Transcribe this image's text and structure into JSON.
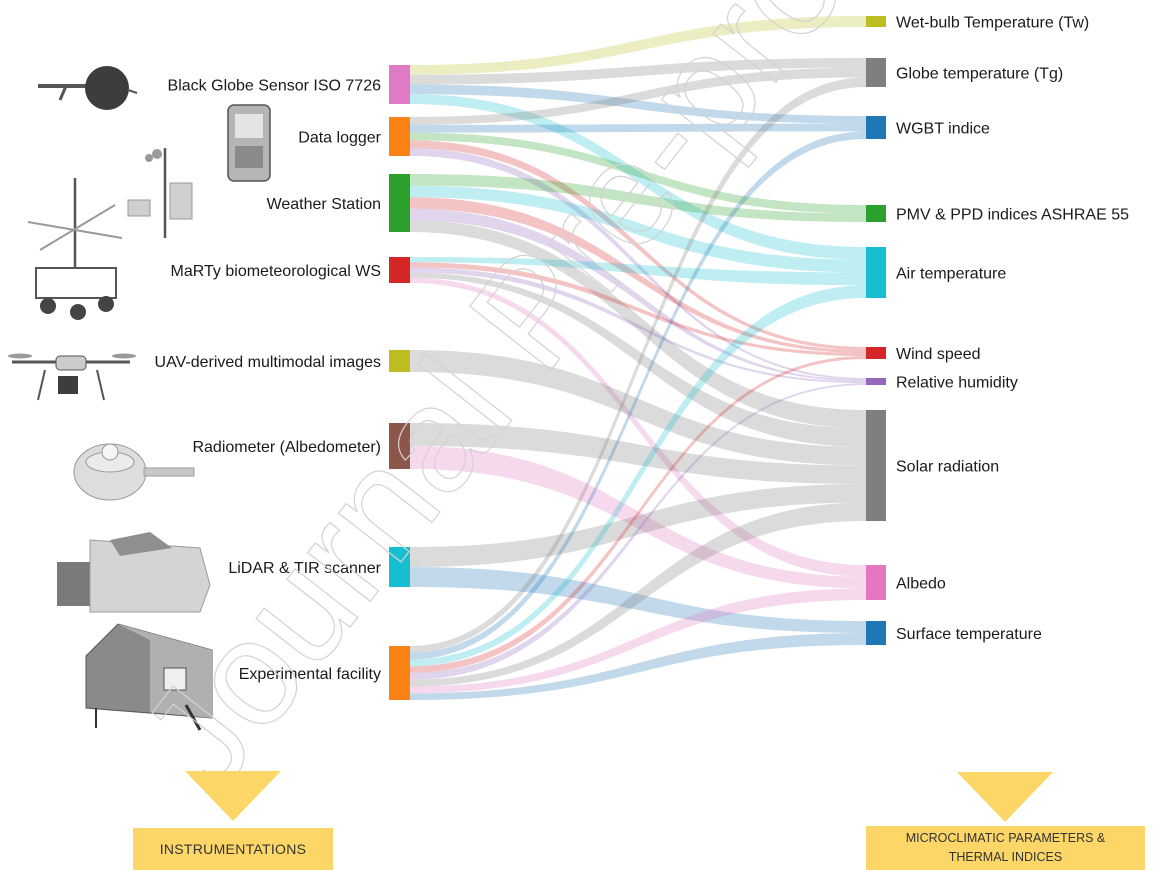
{
  "instruments": [
    {
      "label": "Black Globe Sensor ISO 7726",
      "color": "#e17ac5",
      "icon": "globe-thermometer-icon"
    },
    {
      "label": "Data logger",
      "color": "#fb8316",
      "icon": "data-logger-icon"
    },
    {
      "label": "Weather Station",
      "color": "#2ca02c",
      "icon": "weather-station-icon"
    },
    {
      "label": "MaRTy biometeorological WS",
      "color": "#d62728",
      "icon": "mobile-cart-station-icon"
    },
    {
      "label": "UAV-derived multimodal images",
      "color": "#bdbd22",
      "icon": "drone-icon"
    },
    {
      "label": "Radiometer (Albedometer)",
      "color": "#8c564b",
      "icon": "radiometer-icon"
    },
    {
      "label": "LiDAR & TIR scanner",
      "color": "#17becf",
      "icon": "lidar-scanner-icon"
    },
    {
      "label": "Experimental facility",
      "color": "#fb8316",
      "icon": "test-cabin-icon"
    }
  ],
  "parameters": [
    {
      "label": "Wet-bulb Temperature (Tw)",
      "color": "#bcbd22"
    },
    {
      "label": "Globe temperature (Tg)",
      "color": "#7f7f7f"
    },
    {
      "label": "WGBT indice",
      "color": "#1f77b4"
    },
    {
      "label": "PMV & PPD indices ASHRAE 55",
      "color": "#2ca02c"
    },
    {
      "label": "Air temperature",
      "color": "#17becf"
    },
    {
      "label": "Wind speed",
      "color": "#d62728"
    },
    {
      "label": "Relative humidity",
      "color": "#9467bd"
    },
    {
      "label": "Solar radiation",
      "color": "#7f7f7f"
    },
    {
      "label": "Albedo",
      "color": "#e377c2"
    },
    {
      "label": "Surface temperature",
      "color": "#1f77b4"
    }
  ],
  "links": [
    {
      "source": 0,
      "target": 0,
      "color": "#bcbd22"
    },
    {
      "source": 0,
      "target": 1,
      "color": "#7f7f7f"
    },
    {
      "source": 0,
      "target": 2,
      "color": "#1f77b4"
    },
    {
      "source": 0,
      "target": 4,
      "color": "#17becf"
    },
    {
      "source": 1,
      "target": 1,
      "color": "#7f7f7f"
    },
    {
      "source": 1,
      "target": 2,
      "color": "#1f77b4"
    },
    {
      "source": 1,
      "target": 3,
      "color": "#2ca02c"
    },
    {
      "source": 1,
      "target": 5,
      "color": "#d62728"
    },
    {
      "source": 1,
      "target": 6,
      "color": "#9467bd"
    },
    {
      "source": 2,
      "target": 3,
      "color": "#2ca02c"
    },
    {
      "source": 2,
      "target": 4,
      "color": "#17becf"
    },
    {
      "source": 2,
      "target": 5,
      "color": "#d62728"
    },
    {
      "source": 2,
      "target": 6,
      "color": "#9467bd"
    },
    {
      "source": 2,
      "target": 7,
      "color": "#7f7f7f"
    },
    {
      "source": 3,
      "target": 4,
      "color": "#17becf"
    },
    {
      "source": 3,
      "target": 5,
      "color": "#d62728"
    },
    {
      "source": 3,
      "target": 6,
      "color": "#9467bd"
    },
    {
      "source": 3,
      "target": 7,
      "color": "#7f7f7f"
    },
    {
      "source": 3,
      "target": 8,
      "color": "#e377c2"
    },
    {
      "source": 4,
      "target": 7,
      "color": "#7f7f7f"
    },
    {
      "source": 5,
      "target": 7,
      "color": "#7f7f7f"
    },
    {
      "source": 5,
      "target": 8,
      "color": "#e377c2"
    },
    {
      "source": 6,
      "target": 7,
      "color": "#7f7f7f"
    },
    {
      "source": 6,
      "target": 9,
      "color": "#1f77b4"
    },
    {
      "source": 7,
      "target": 1,
      "color": "#7f7f7f"
    },
    {
      "source": 7,
      "target": 2,
      "color": "#1f77b4"
    },
    {
      "source": 7,
      "target": 4,
      "color": "#17becf"
    },
    {
      "source": 7,
      "target": 5,
      "color": "#d62728"
    },
    {
      "source": 7,
      "target": 6,
      "color": "#9467bd"
    },
    {
      "source": 7,
      "target": 7,
      "color": "#7f7f7f"
    },
    {
      "source": 7,
      "target": 8,
      "color": "#e377c2"
    },
    {
      "source": 7,
      "target": 9,
      "color": "#1f77b4"
    }
  ],
  "footer": {
    "left_tag": "INSTRUMENTATIONS",
    "right_tag": "MICROCLIMATIC PARAMETERS &\nTHERMAL INDICES"
  },
  "watermark": "Journal Pre-proof"
}
